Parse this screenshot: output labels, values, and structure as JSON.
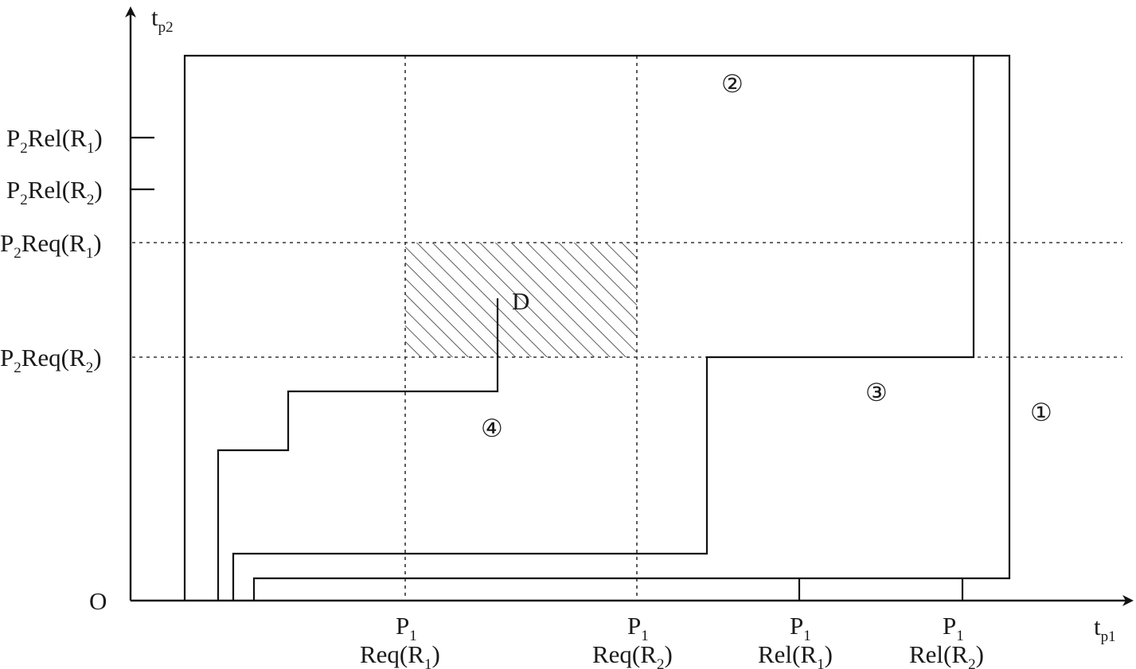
{
  "axes": {
    "y_axis_label": {
      "main": "t",
      "sub": "p2"
    },
    "x_axis_label": {
      "main": "t",
      "sub": "p1"
    },
    "origin": "O"
  },
  "y_labels": [
    {
      "key": "p2_rel_r1",
      "a": "P",
      "a_sub": "2",
      "b": "Rel(R",
      "b_sub": "1",
      "c": ")"
    },
    {
      "key": "p2_rel_r2",
      "a": "P",
      "a_sub": "2",
      "b": "Rel(R",
      "b_sub": "2",
      "c": ")"
    },
    {
      "key": "p2_req_r1",
      "a": "P",
      "a_sub": "2",
      "b": "Req(R",
      "b_sub": "1",
      "c": ")"
    },
    {
      "key": "p2_req_r2",
      "a": "P",
      "a_sub": "2",
      "b": "Req(R",
      "b_sub": "2",
      "c": ")"
    }
  ],
  "x_labels": [
    {
      "key": "p1_req_r1",
      "top": "P",
      "top_sub": "1",
      "bottom": "Req(R",
      "bottom_sub": "1",
      "bottom_end": ")"
    },
    {
      "key": "p1_req_r2",
      "top": "P",
      "top_sub": "1",
      "bottom": "Req(R",
      "bottom_sub": "2",
      "bottom_end": ")"
    },
    {
      "key": "p1_rel_r1",
      "top": "P",
      "top_sub": "1",
      "bottom": "Rel(R",
      "bottom_sub": "1",
      "bottom_end": ")"
    },
    {
      "key": "p1_rel_r2",
      "top": "P",
      "top_sub": "1",
      "bottom": "Rel(R",
      "bottom_sub": "2",
      "bottom_end": ")"
    }
  ],
  "region_markers": {
    "r1": "①",
    "r2": "②",
    "r3": "③",
    "r4": "④"
  },
  "deadlock_point": "D"
}
